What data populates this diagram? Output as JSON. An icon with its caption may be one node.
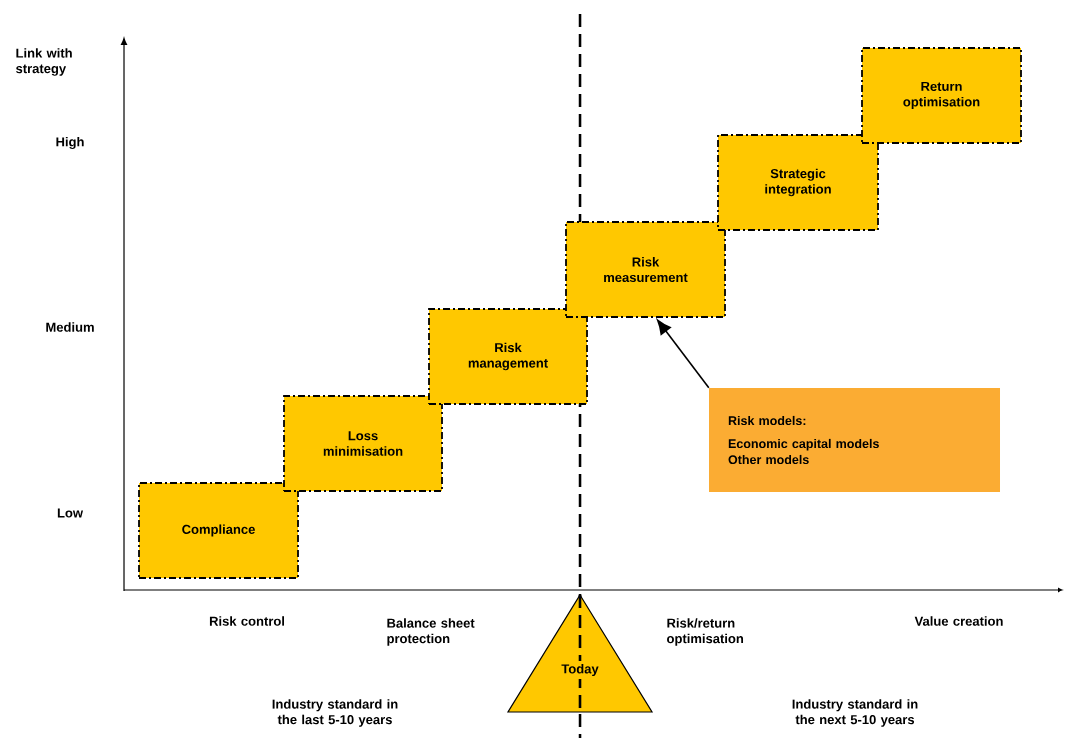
{
  "diagram": {
    "nodes": [
      {
        "text": [
          "Compliance"
        ]
      },
      {
        "text": [
          "Loss minimisation"
        ]
      },
      {
        "text": [
          "Risk management"
        ]
      },
      {
        "text": [
          "Risk measurement"
        ]
      },
      {
        "text": [
          "Strategic integration"
        ]
      },
      {
        "text": [
          "Return optimisation"
        ]
      },
      {
        "text": [
          "Risk models:",
          "Economic capital models",
          "Other models"
        ]
      },
      {
        "text": [
          "Today"
        ]
      }
    ],
    "edges": [
      {
        "from": 6,
        "to": 3,
        "arrow": "to"
      }
    ],
    "labels": [
      "Link with strategy",
      "High",
      "Medium",
      "Low",
      "Risk control",
      "Balance sheet protection",
      "Risk/return optimisation",
      "Value creation",
      "Industry standard in the last 5-10 years",
      "Industry standard in the next 5-10 years"
    ]
  }
}
